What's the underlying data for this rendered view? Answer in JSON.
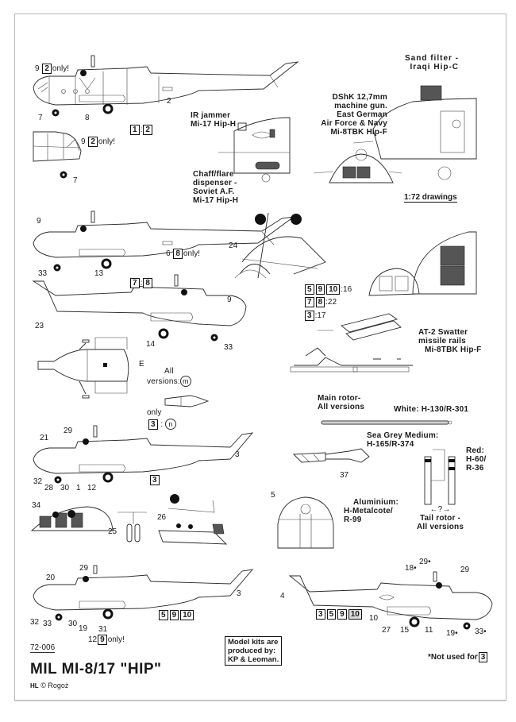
{
  "sheet": {
    "code": "72-006",
    "title": "MIL MI-8/17 \"HIP\"",
    "copyright": "© Rogoż",
    "maker_logo": "HL",
    "kits_note": [
      "Model kits are",
      "produced by:",
      "KP & Leoman."
    ],
    "footnote_text": "*Not used for",
    "footnote_box": "3",
    "scale_note": "1:72 drawings"
  },
  "callouts": {
    "sand_filter": [
      "Sand filter -",
      "Iraqi Hip-C"
    ],
    "dshk": [
      "DShK 12,7mm",
      "machine gun.",
      "East German",
      "Air Force & Navy",
      "Mi-8TBK Hip-F"
    ],
    "ir_jammer": [
      "IR jammer",
      "Mi-17 Hip-H"
    ],
    "chaff": [
      "Chaff/flare",
      "dispenser -",
      "Soviet A.F.",
      "Mi-17 Hip-H"
    ],
    "at2": [
      "AT-2 Swatter",
      "missile rails",
      "Mi-8TBK Hip-F"
    ],
    "main_rotor": [
      "Main rotor-",
      "All versions"
    ],
    "white": "White: H-130/R-301",
    "sea_grey": [
      "Sea Grey Medium:",
      "H-165/R-374"
    ],
    "red": [
      "Red:",
      "H-60/",
      "R-36"
    ],
    "aluminium": [
      "Aluminium:",
      "H-Metalcote/",
      "R-99"
    ],
    "tail_rotor": [
      "←?→",
      "Tail rotor -",
      "All versions"
    ],
    "all_versions": [
      "All",
      "versions:"
    ],
    "all_versions_circle": "m",
    "only_label": "only",
    "only_box": "3",
    "only_circle": "n",
    "top_view_marker": "E"
  },
  "profiles": [
    {
      "id": "profile-1",
      "boxes": [
        "1",
        "2"
      ],
      "separator": ":",
      "numbers": {
        "n9": "9",
        "n9_box": "2",
        "n9_only": "only!",
        "n2": "2",
        "n7": "7",
        "n8": "8"
      }
    },
    {
      "id": "nose-detail",
      "numbers": {
        "n9": "9",
        "n9_box": "2",
        "n9_only": "only!",
        "n7": "7"
      }
    },
    {
      "id": "profile-2",
      "boxes": [
        "7",
        "8"
      ],
      "separator": ":",
      "numbers": {
        "n9": "9",
        "n33": "33",
        "n13": "13",
        "n6": "6",
        "n6_box": "8",
        "n6_only": "only!",
        "n24": "24"
      }
    },
    {
      "id": "profile-3-right",
      "numbers": {
        "n9": "9",
        "n23": "23",
        "n14": "14",
        "n33": "33"
      }
    },
    {
      "id": "profile-4",
      "boxes": [
        "3"
      ],
      "numbers": {
        "n29": "29",
        "n21": "21",
        "n3": "3",
        "n32": "32",
        "n28": "28",
        "n30": "30",
        "n1": "1",
        "n12": "12"
      }
    },
    {
      "id": "profile-5",
      "boxes": [
        "5",
        "9",
        "10"
      ],
      "numbers": {
        "n29": "29",
        "n20": "20",
        "n3": "3",
        "n32": "32",
        "n33": "33",
        "n30": "30",
        "n19": "19",
        "n31": "31",
        "n12": "12",
        "n12_box": "9",
        "n12_only": "only!"
      }
    },
    {
      "id": "profile-6-right",
      "boxes": [
        "3",
        "5",
        "9",
        "10"
      ],
      "numbers": {
        "n18": "18•",
        "n29a": "29•",
        "n29b": "29",
        "n4": "4",
        "n10": "10",
        "n27": "27",
        "n15": "15",
        "n11": "11",
        "n19": "19•",
        "n33": "33•"
      }
    }
  ],
  "sponson_key": [
    {
      "boxes": [
        "5",
        "9",
        "10"
      ],
      "value": ":16"
    },
    {
      "boxes": [
        "7",
        "8"
      ],
      "value": ":22"
    },
    {
      "boxes": [
        "3"
      ],
      "value": ":17"
    }
  ],
  "details": {
    "n34": "34",
    "n25": "25",
    "n26": "26",
    "n5": "5",
    "n37": "37"
  }
}
